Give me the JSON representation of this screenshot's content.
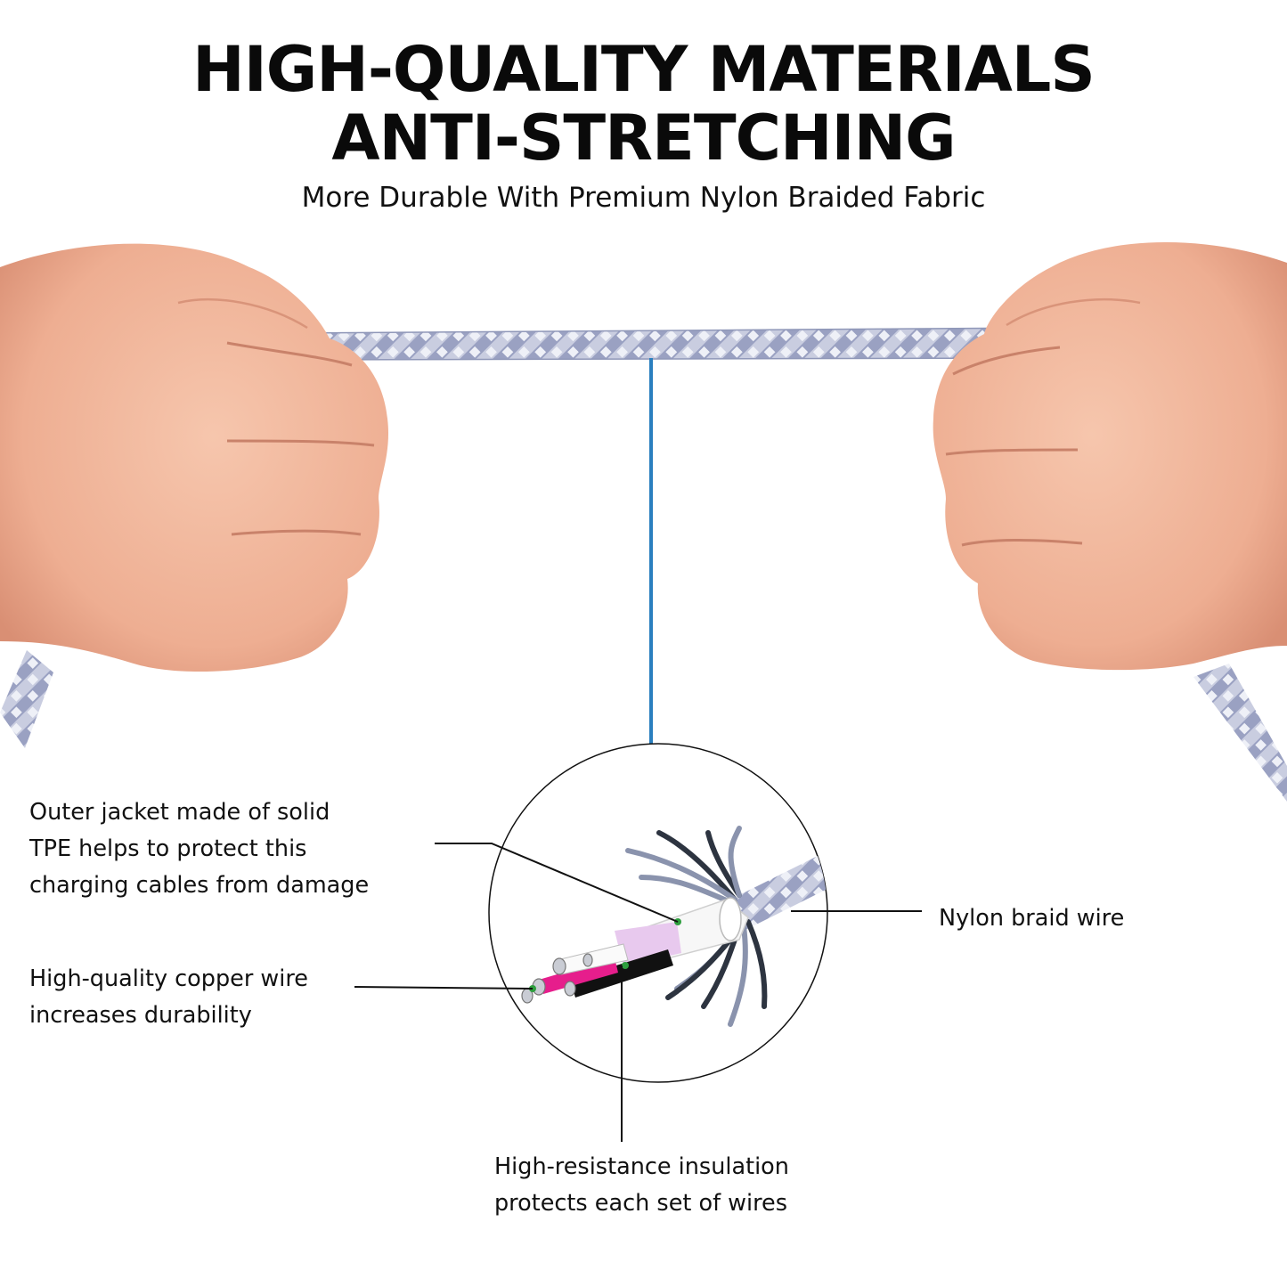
{
  "headline": {
    "line1": "HIGH-QUALITY MATERIALS",
    "line2": "ANTI-STRETCHING"
  },
  "subtitle": "More Durable With Premium Nylon Braided Fabric",
  "callouts": {
    "outer_jacket": [
      "Outer jacket made of solid",
      "TPE helps to protect this",
      "charging cables from damage"
    ],
    "copper_wire": [
      "High-quality copper wire",
      "increases durability"
    ],
    "nylon_braid": [
      "Nylon braid wire"
    ],
    "insulation": [
      "High-resistance insulation",
      "protects each set of wires"
    ]
  },
  "colors": {
    "background": "#ffffff",
    "pointer_line": "#2a7fbf",
    "leader_line": "#111111",
    "skin": "#f0b49a",
    "cable_braid": "#b8bfd6",
    "wire_pink": "#e61e8c",
    "wire_black": "#111111",
    "wire_green_dot": "#2e9e3e"
  },
  "icons": [
    "hand-left-icon",
    "hand-right-icon",
    "braided-cable-icon",
    "cable-cross-section-icon"
  ]
}
